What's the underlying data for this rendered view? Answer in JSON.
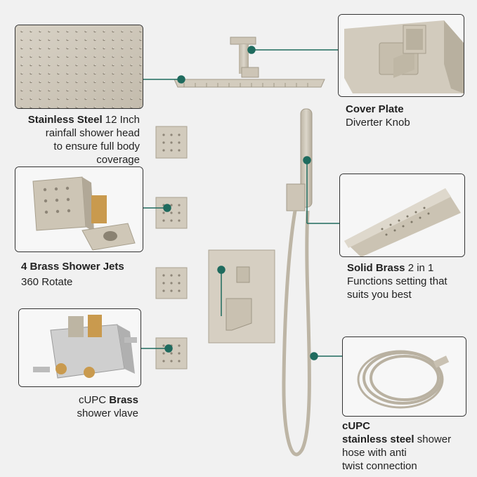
{
  "colors": {
    "background": "#f1f1f1",
    "brushed_nickel": "#c9c1b2",
    "connector": "#1f6b5e",
    "box_border": "#333333"
  },
  "callouts": {
    "shower_head": {
      "bold": "Stainless Steel",
      "rest": " 12 Inch",
      "line2": "rainfall shower head",
      "line3": "to ensure full body",
      "line4": "coverage"
    },
    "cover_plate": {
      "bold": "Cover Plate",
      "line2": "Diverter Knob"
    },
    "jets": {
      "bold": "4 Brass Shower Jets",
      "line2": "360 Rotate"
    },
    "handheld": {
      "bold": "Solid Brass",
      "rest": " 2 in 1",
      "line2": "Functions setting that",
      "line3": "suits you best"
    },
    "valve": {
      "pre": "cUPC ",
      "bold": "Brass",
      "line2": "shower vlave"
    },
    "hose": {
      "bold1": "cUPC",
      "bold2": "stainless steel",
      "rest": "  shower",
      "line3": "hose with anti",
      "line4": "twist connection"
    }
  }
}
